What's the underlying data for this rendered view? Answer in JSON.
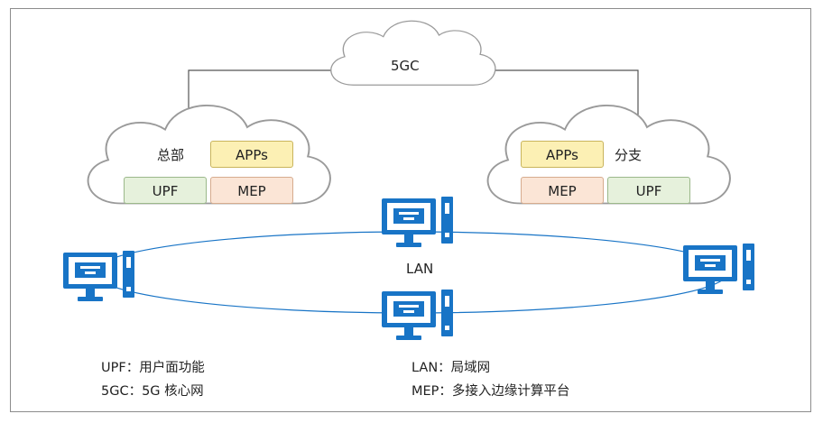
{
  "core": {
    "label": "5GC"
  },
  "hq": {
    "label": "总部",
    "apps": "APPs",
    "upf": "UPF",
    "mep": "MEP"
  },
  "branch": {
    "label": "分支",
    "apps": "APPs",
    "upf": "UPF",
    "mep": "MEP"
  },
  "lan": {
    "label": "LAN"
  },
  "legend": {
    "upf": "UPF：用户面功能",
    "core": "5GC：5G 核心网",
    "lan": "LAN：局域网",
    "mep": "MEP：多接入边缘计算平台"
  },
  "colors": {
    "cloud_fill": "#ffffff",
    "cloud_stroke": "#9a9a9a",
    "computer": "#1874c6",
    "ring": "#1874c6",
    "apps_fill": "#fcf0b4",
    "upf_fill": "#e6f1dc",
    "mep_fill": "#fbe5d6"
  },
  "icons": [
    "cloud-icon",
    "desktop-computer-icon"
  ]
}
